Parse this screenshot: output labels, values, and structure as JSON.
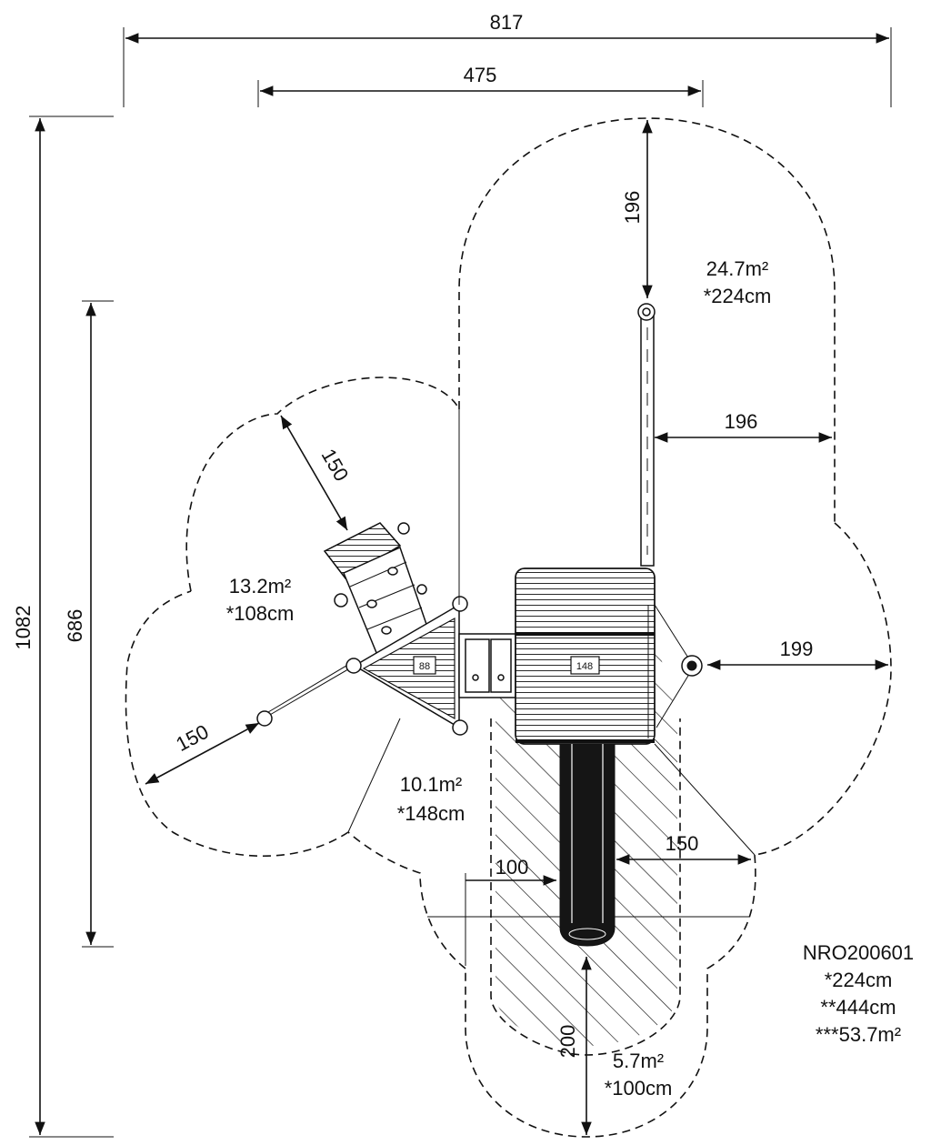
{
  "dimensions": {
    "overall_width": "817",
    "structure_width": "475",
    "overall_depth": "1082",
    "structure_depth": "686",
    "zone_north": "196",
    "zone_east_upper": "196",
    "zone_east": "199",
    "zone_nw": "150",
    "zone_sw": "150",
    "slide_side_150": "150",
    "slide_side_100": "100",
    "slide_exit": "200"
  },
  "zones": {
    "top": {
      "area": "24.7m²",
      "height": "*224cm"
    },
    "left": {
      "area": "13.2m²",
      "height": "*108cm"
    },
    "center": {
      "area": "10.1m²",
      "height": "*148cm"
    },
    "slide": {
      "area": "5.7m²",
      "height": "*100cm"
    }
  },
  "platforms": {
    "left_height": "88",
    "main_height": "148"
  },
  "info": {
    "product_code": "NRO200601",
    "free_fall_height": "*224cm",
    "min_space": "**444cm",
    "safety_area": "***53.7m²"
  }
}
